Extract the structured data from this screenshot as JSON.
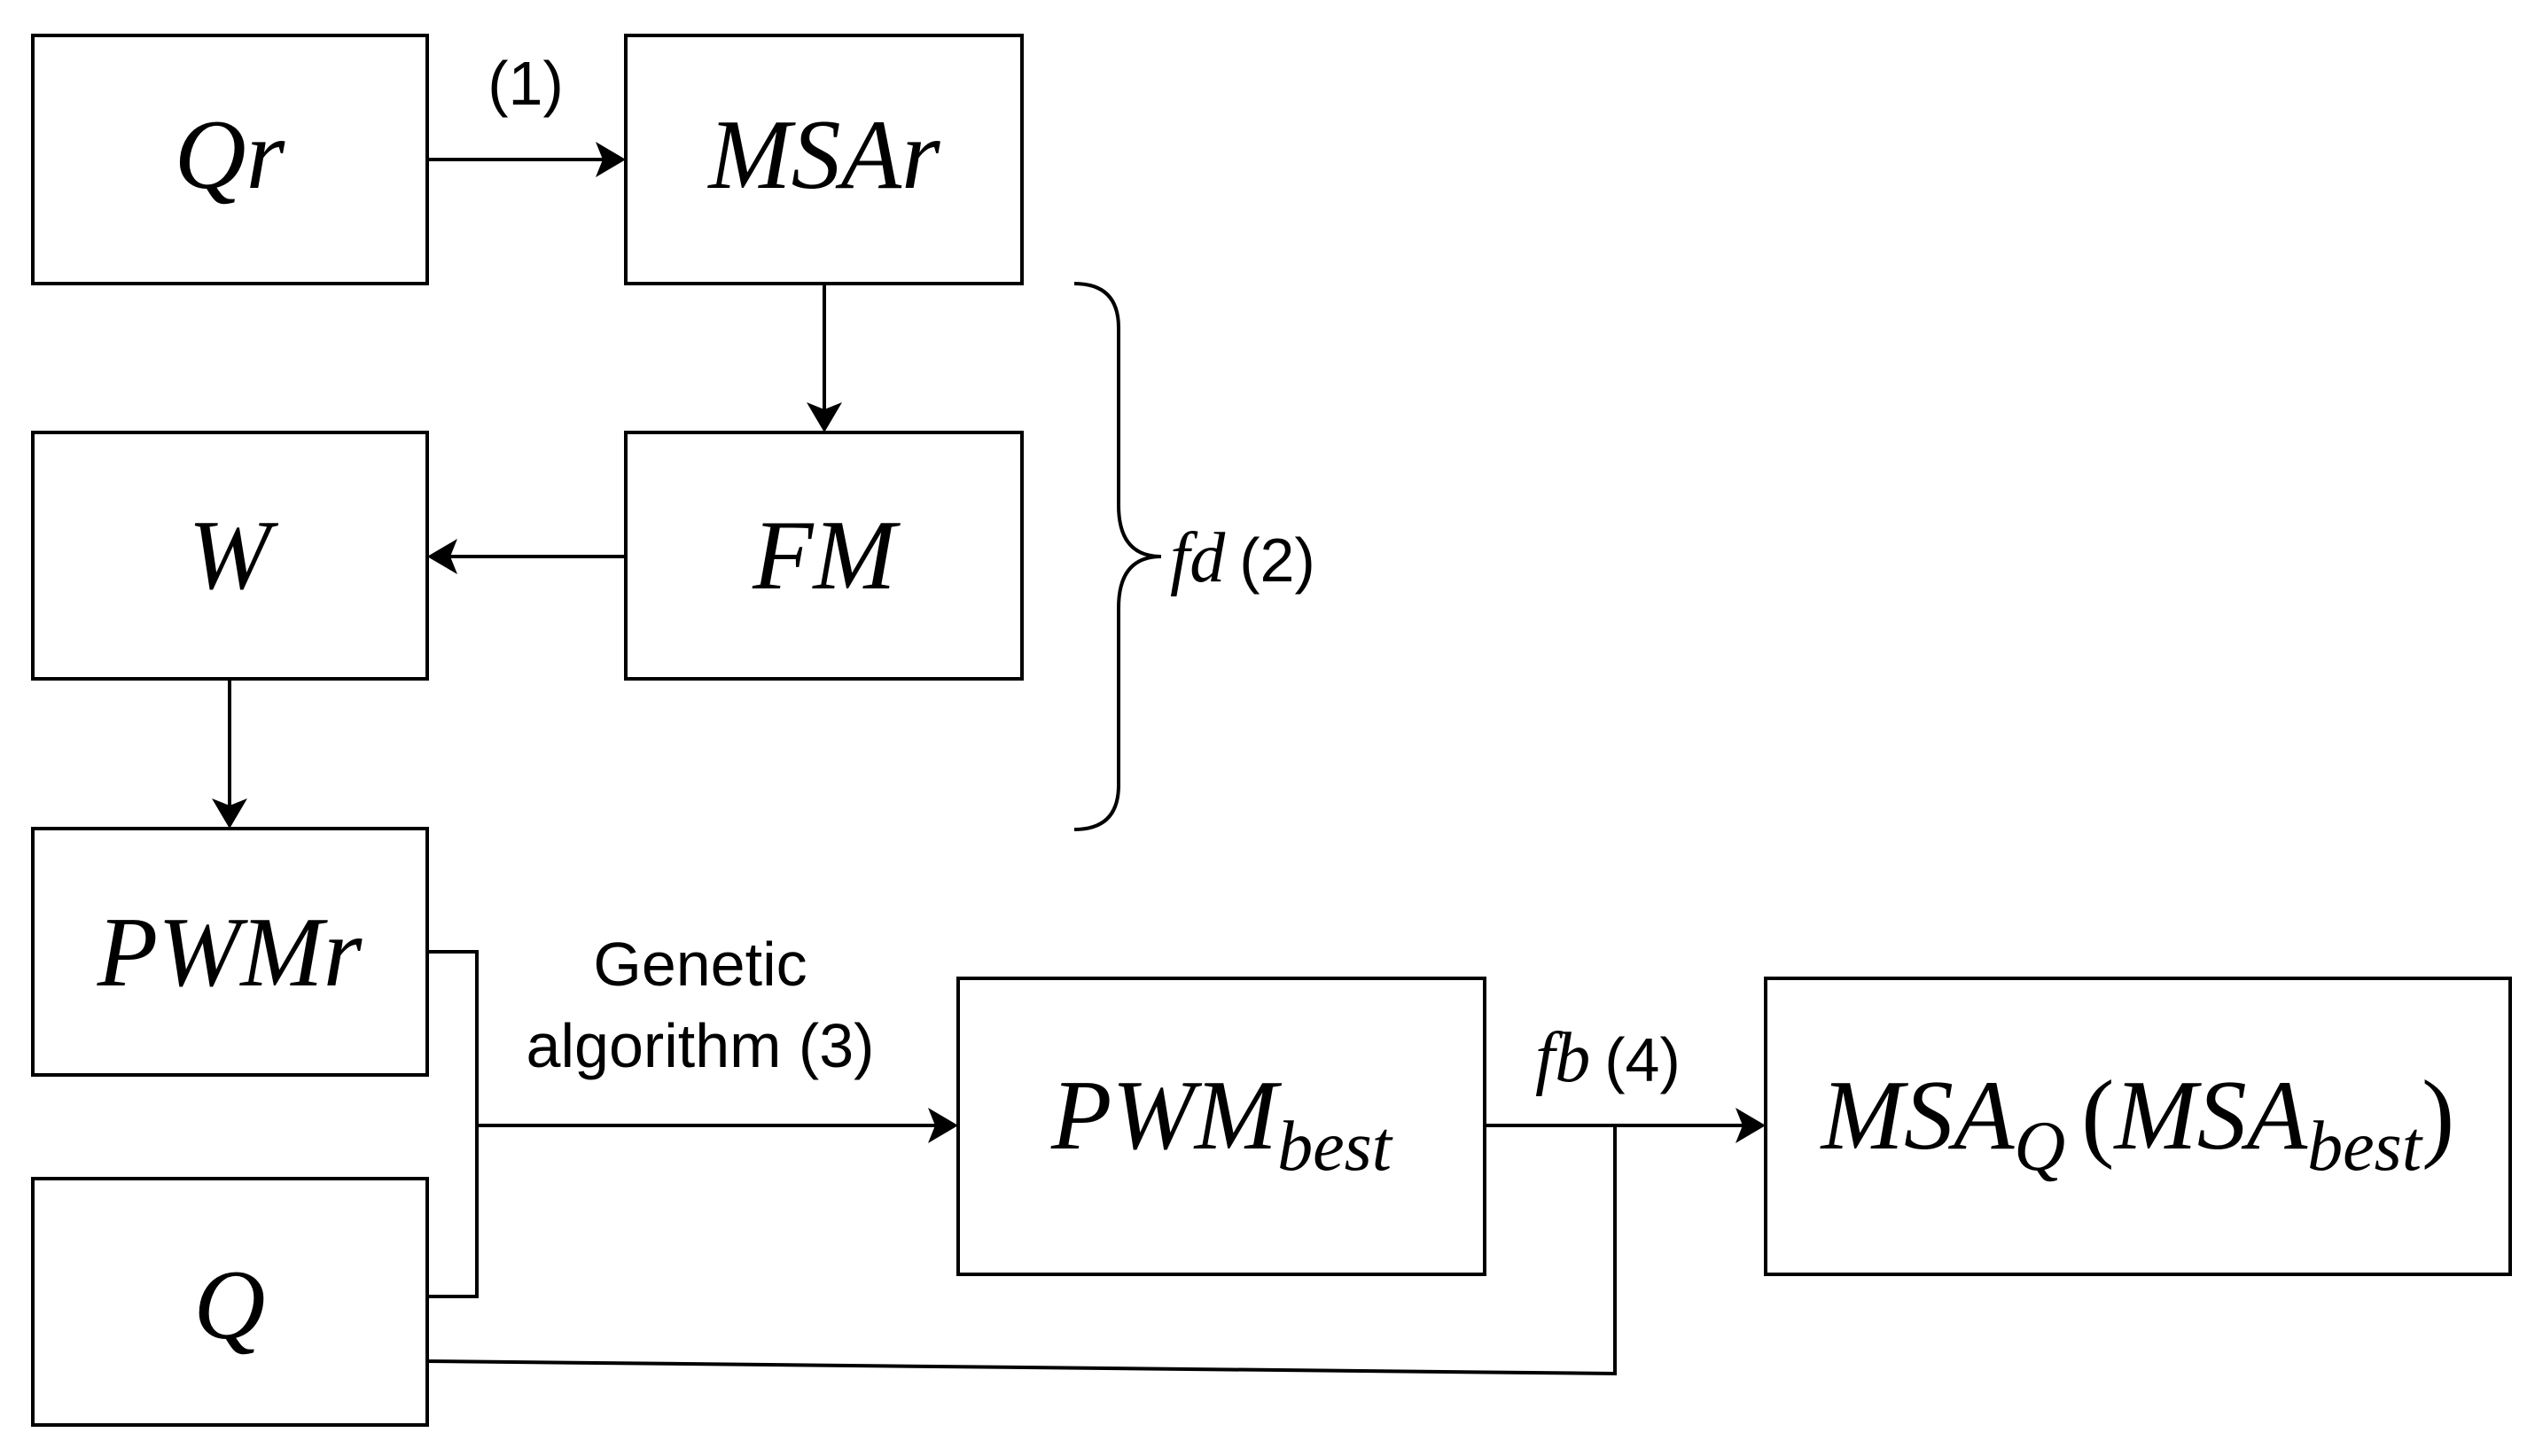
{
  "nodes": {
    "qr": "Qr",
    "msar": "MSAr",
    "fm": "FM",
    "w": "W",
    "pwmr": "PWMr",
    "q": "Q",
    "pwm_best": {
      "main": "PWM",
      "sub": "best"
    },
    "msa_q": {
      "main": "MSA",
      "sub": "Q",
      "open_paren": "(",
      "inner_main": "MSA",
      "inner_sub": "best",
      "close_paren": ")"
    }
  },
  "labels": {
    "step1": "(1)",
    "fd_func": "fd",
    "fd_step": "(2)",
    "ga_line1": "Genetic",
    "ga_line2": "algorithm (3)",
    "fb_func": "fb",
    "fb_step": "(4)"
  },
  "colors": {
    "stroke": "#000000",
    "background": "#ffffff"
  }
}
